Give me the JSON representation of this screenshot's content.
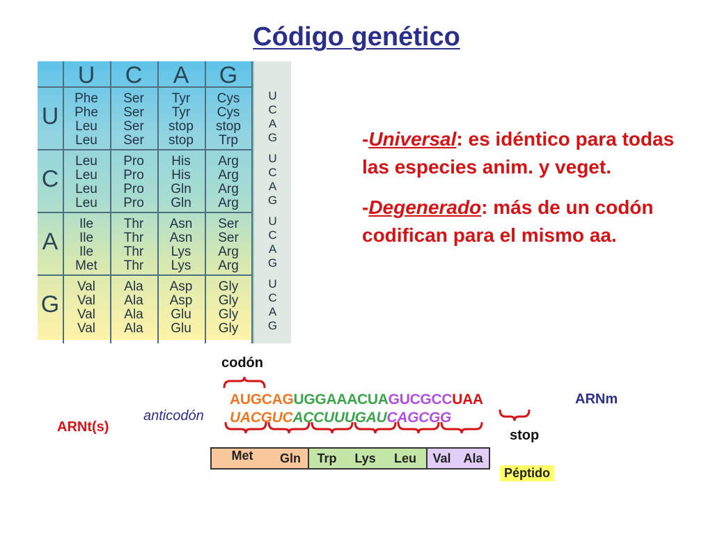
{
  "title": "Código genético",
  "codon_table": {
    "header": [
      "U",
      "C",
      "A",
      "G"
    ],
    "rows": [
      {
        "first": "U",
        "cells": [
          [
            "Phe",
            "Phe",
            "Leu",
            "Leu"
          ],
          [
            "Ser",
            "Ser",
            "Ser",
            "Ser"
          ],
          [
            "Tyr",
            "Tyr",
            "stop",
            "stop"
          ],
          [
            "Cys",
            "Cys",
            "stop",
            "Trp"
          ]
        ]
      },
      {
        "first": "C",
        "cells": [
          [
            "Leu",
            "Leu",
            "Leu",
            "Leu"
          ],
          [
            "Pro",
            "Pro",
            "Pro",
            "Pro"
          ],
          [
            "His",
            "His",
            "Gln",
            "Gln"
          ],
          [
            "Arg",
            "Arg",
            "Arg",
            "Arg"
          ]
        ]
      },
      {
        "first": "A",
        "cells": [
          [
            "Ile",
            "Ile",
            "Ile",
            "Met"
          ],
          [
            "Thr",
            "Thr",
            "Thr",
            "Thr"
          ],
          [
            "Asn",
            "Asn",
            "Lys",
            "Lys"
          ],
          [
            "Ser",
            "Ser",
            "Arg",
            "Arg"
          ]
        ]
      },
      {
        "first": "G",
        "cells": [
          [
            "Val",
            "Val",
            "Val",
            "Val"
          ],
          [
            "Ala",
            "Ala",
            "Ala",
            "Ala"
          ],
          [
            "Asp",
            "Asp",
            "Glu",
            "Glu"
          ],
          [
            "Gly",
            "Gly",
            "Gly",
            "Gly"
          ]
        ]
      }
    ],
    "third": [
      "U",
      "C",
      "A",
      "G"
    ]
  },
  "bullets": [
    {
      "dash": "-",
      "term": "Universal",
      "text": ": es idéntico para todas las especies anim. y veget."
    },
    {
      "dash": "-",
      "term": "Degenerado",
      "text": ": más de un codón codifican para el mismo aa."
    }
  ],
  "diagram": {
    "codon_label": "codón",
    "anticodon_label": "anticodón",
    "mrna_label": "ARNm",
    "trna_label": "ARNt(s)",
    "stop_label": "stop",
    "peptide_label": "Péptido",
    "mrna": [
      {
        "text": "AUGCAG",
        "color": "#ee7722"
      },
      {
        "text": "UGGAAACUA",
        "color": "#3aa54a"
      },
      {
        "text": "GUCGCC",
        "color": "#b04fe0"
      },
      {
        "text": "UAA",
        "color": "#d41414"
      }
    ],
    "trna": [
      {
        "text": "UACGUC",
        "color": "#ee7722"
      },
      {
        "text": "ACCUUUGAU",
        "color": "#3aa54a"
      },
      {
        "text": "CAGCGG",
        "color": "#b04fe0"
      }
    ],
    "peptide": [
      {
        "name": "Met",
        "color": "#f9c79c"
      },
      {
        "name": "Gln",
        "color": "#f9c79c"
      },
      {
        "name": "Trp",
        "color": "#c3e6a6"
      },
      {
        "name": "Lys",
        "color": "#c3e6a6"
      },
      {
        "name": "Leu",
        "color": "#c3e6a6"
      },
      {
        "name": "Val",
        "color": "#e2cdf6"
      },
      {
        "name": "Ala",
        "color": "#e2cdf6"
      }
    ],
    "colors": {
      "brace": "#d41414",
      "dark": "#2b2f8c",
      "peptide_label_bg": "#ffff66"
    }
  }
}
